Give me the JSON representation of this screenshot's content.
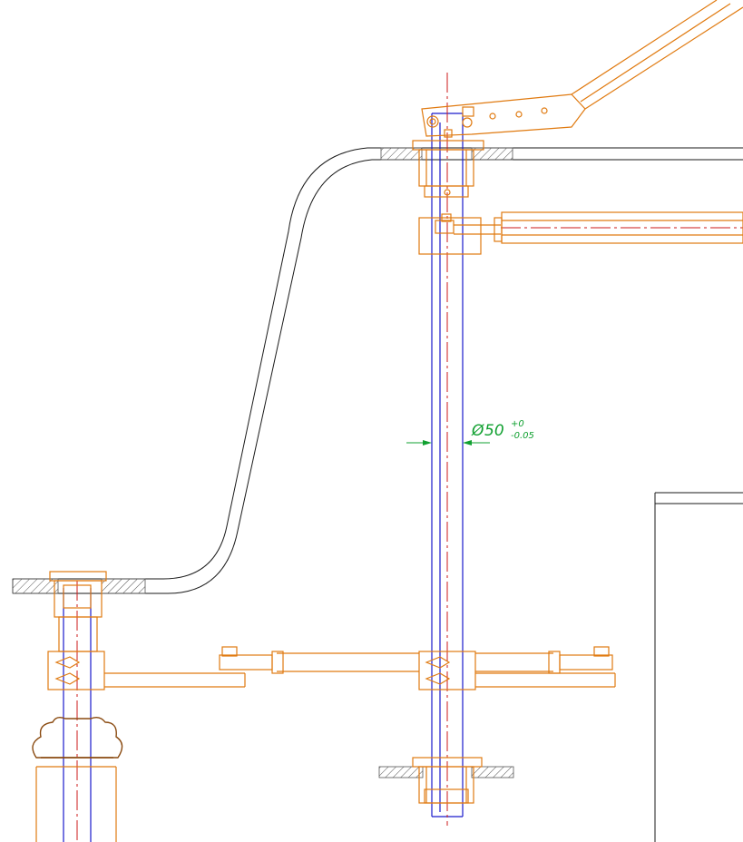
{
  "drawing": {
    "type": "mechanical-cad-elevation",
    "colors": {
      "background": "#ffffff",
      "structure": "#1a1a1a",
      "component": "#e07a10",
      "component_dark": "#8a4a10",
      "shaft": "#1a1acc",
      "centerline": "#cc1a1a",
      "dimension": "#10a030",
      "hatch": "#555555"
    },
    "dimension": {
      "symbol": "Ø",
      "nominal": "50",
      "upper_tol": "+0",
      "lower_tol": "-0.05"
    }
  }
}
